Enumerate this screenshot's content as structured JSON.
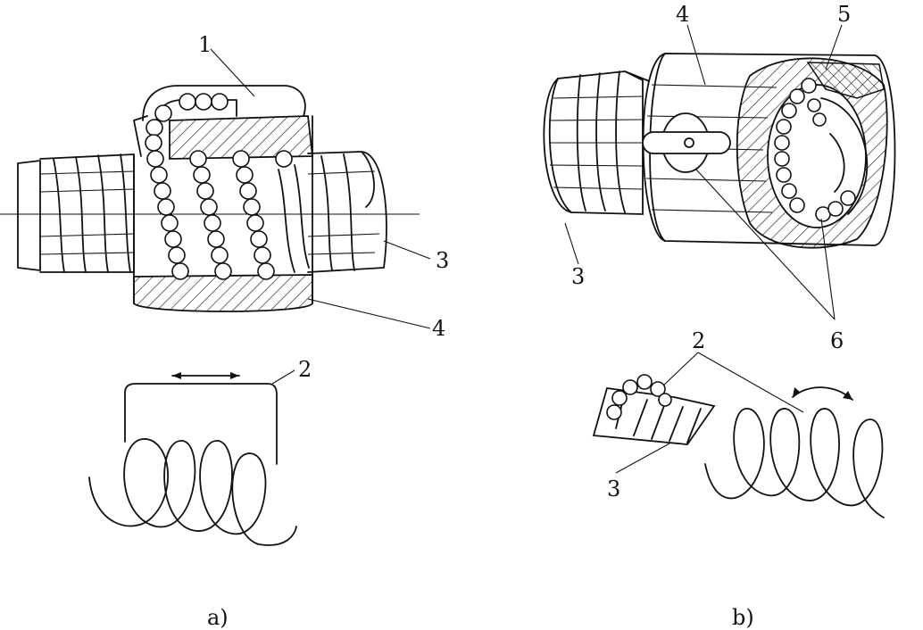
{
  "figure": {
    "labels_a": [
      "1",
      "2",
      "3",
      "4"
    ],
    "labels_b": [
      "2",
      "3",
      "3",
      "4",
      "5",
      "6"
    ],
    "caption_a": "a)",
    "caption_b": "b)"
  }
}
